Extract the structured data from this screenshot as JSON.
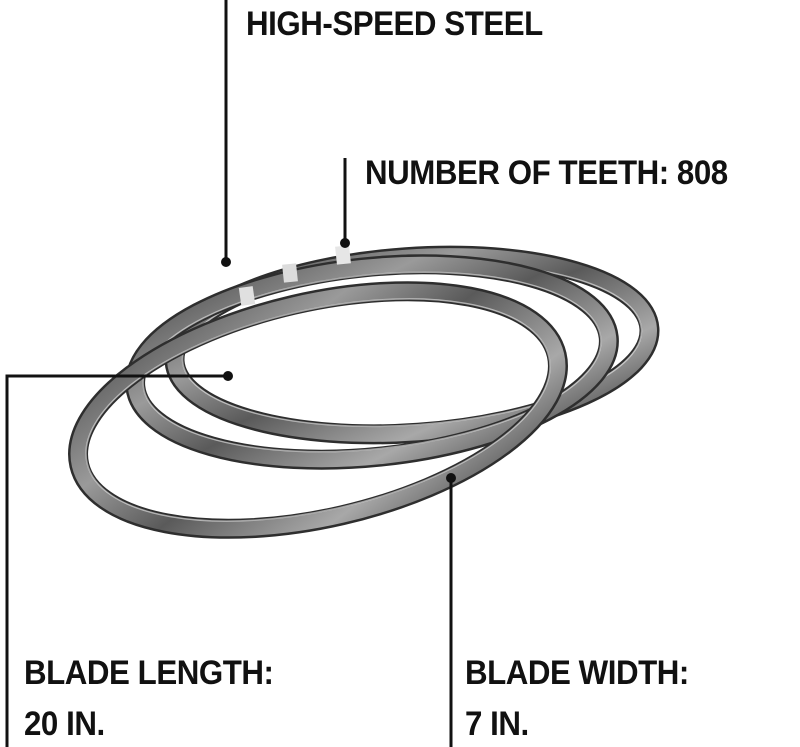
{
  "callouts": {
    "material": {
      "text": "HIGH-SPEED STEEL"
    },
    "teeth": {
      "text": "NUMBER OF TEETH: 808"
    },
    "length": {
      "title": "BLADE LENGTH:",
      "value": "20 IN."
    },
    "width": {
      "title": "BLADE WIDTH:",
      "value": "7 IN."
    }
  },
  "colors": {
    "text": "#111111",
    "leader_line": "#111111",
    "blade_dark": "#3a3a3a",
    "blade_mid": "#8a8a8a",
    "blade_light": "#d8d8d8",
    "background": "#ffffff"
  },
  "image": {
    "subject": "band-saw-blades-coiled-icon"
  }
}
